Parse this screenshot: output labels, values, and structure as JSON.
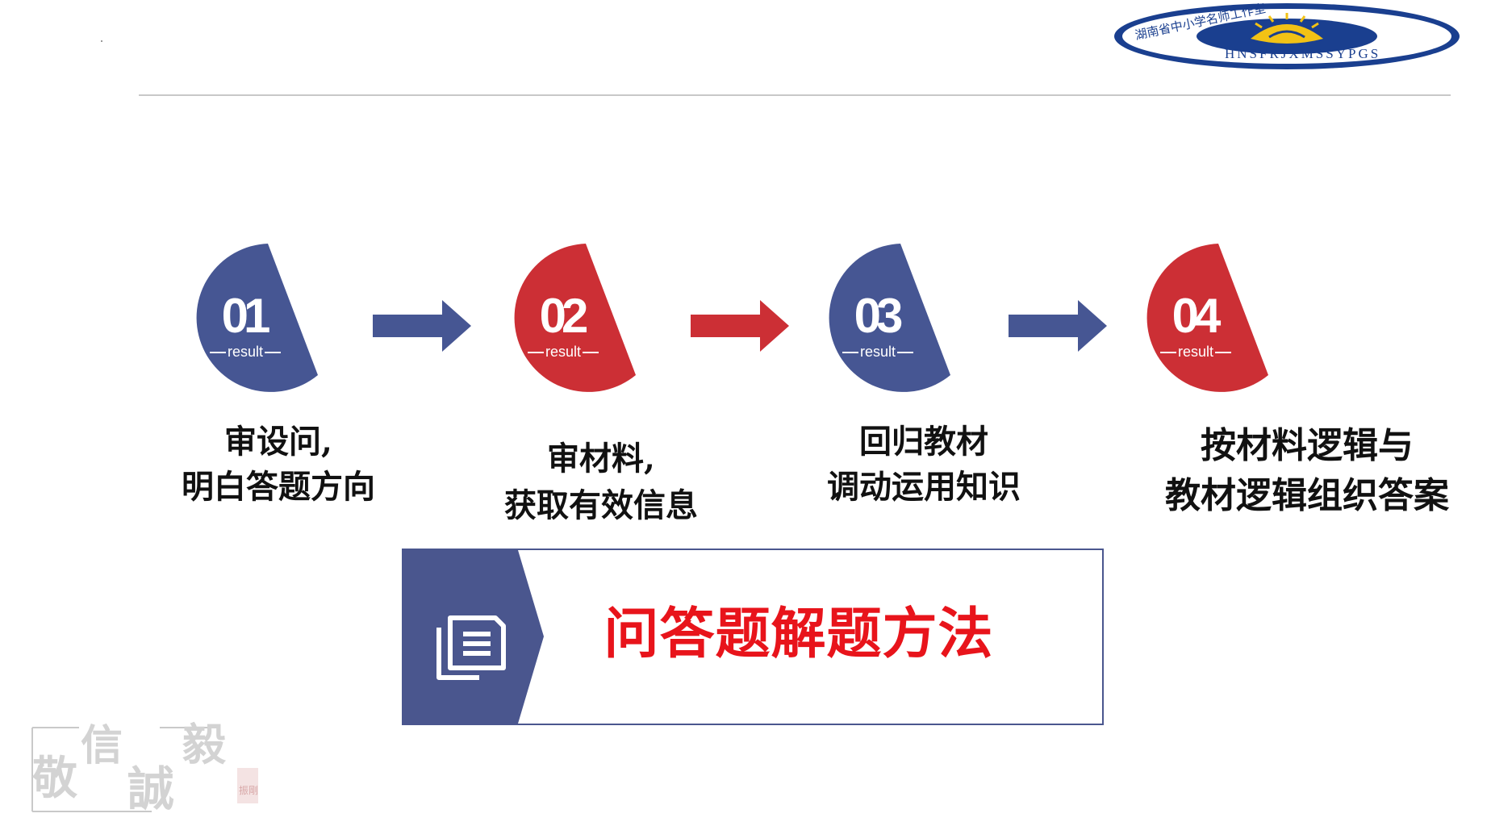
{
  "header": {
    "logo_arc_text": "湖南省中小学名师工作室",
    "logo_bottom_text": "HNSFRJXMSSYPGS"
  },
  "steps": [
    {
      "number": "01",
      "sub": "result",
      "color": "#465693",
      "caption": [
        "审设问,",
        "明白答题方向"
      ]
    },
    {
      "number": "02",
      "sub": "result",
      "color": "#cc2f35",
      "caption": [
        "审材料,",
        "获取有效信息"
      ]
    },
    {
      "number": "03",
      "sub": "result",
      "color": "#465693",
      "caption": [
        "回归教材",
        "调动运用知识"
      ]
    },
    {
      "number": "04",
      "sub": "result",
      "color": "#cc2f35",
      "caption": [
        "按材料逻辑与",
        "教材逻辑组织答案"
      ]
    }
  ],
  "arrows": [
    {
      "color": "#465693"
    },
    {
      "color": "#cc2f35"
    },
    {
      "color": "#465693"
    }
  ],
  "banner": {
    "title": "问答题解题方法",
    "icon": "document-icon",
    "accent": "#4a568e"
  },
  "seal": {
    "chars": [
      "敬",
      "信",
      "誠",
      "毅"
    ],
    "stamp": "振剛"
  },
  "colors": {
    "blue": "#465693",
    "red": "#cc2f35",
    "title_red": "#e8141b"
  }
}
